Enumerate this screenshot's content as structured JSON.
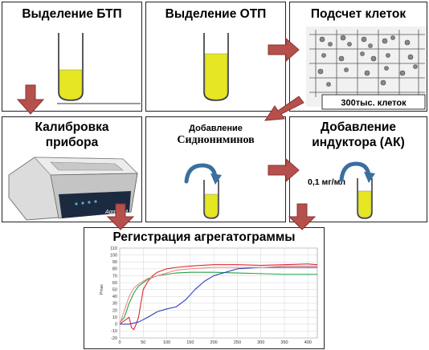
{
  "steps": {
    "btp": {
      "title": "Выделение БТП"
    },
    "otp": {
      "title": "Выделение ОТП"
    },
    "count": {
      "title": "Подсчет клеток",
      "result": "300тыс. клеток"
    },
    "calibration": {
      "title_line1": "Калибровка",
      "title_line2": "прибора",
      "device_brand": "AggRAM"
    },
    "sidnonimin": {
      "title_line1": "Добавление",
      "title_line2": "Сиднониминов"
    },
    "inductor": {
      "title_line1": "Добавление",
      "title_line2": "индуктора (АК)",
      "dose": "0,1 мг/мл"
    },
    "registration": {
      "title": "Регистрация агрегатограммы"
    }
  },
  "colors": {
    "arrow": "#b5504d",
    "arrow_stroke": "#8a3331",
    "liquid": "#e6e623",
    "curl_arrow": "#3a6f9f"
  },
  "chart_data": {
    "type": "line",
    "title": "",
    "xlabel": "",
    "ylabel": "Pmax",
    "x_ticks": [
      0,
      50,
      100,
      150,
      200,
      250,
      300,
      350,
      400
    ],
    "y_ticks": [
      -20,
      -10,
      0,
      10,
      20,
      30,
      40,
      50,
      60,
      70,
      80,
      90,
      100,
      110
    ],
    "xlim": [
      0,
      420
    ],
    "ylim": [
      -20,
      110
    ],
    "grid": true,
    "series": [
      {
        "color": "#dd2a2a",
        "x": [
          0,
          10,
          20,
          25,
          30,
          35,
          40,
          50,
          60,
          70,
          80,
          100,
          120,
          150,
          200,
          250,
          300,
          350,
          400,
          420
        ],
        "y": [
          0,
          5,
          10,
          -5,
          -8,
          0,
          10,
          50,
          62,
          70,
          75,
          80,
          82,
          84,
          86,
          86,
          85,
          86,
          87,
          86
        ]
      },
      {
        "color": "#26a046",
        "x": [
          0,
          10,
          20,
          30,
          40,
          50,
          60,
          80,
          100,
          120,
          150,
          200,
          250,
          300,
          350,
          400,
          420
        ],
        "y": [
          2,
          10,
          30,
          45,
          55,
          60,
          65,
          70,
          72,
          74,
          75,
          75,
          74,
          73,
          72,
          72,
          72
        ]
      },
      {
        "color": "#2d3fbf",
        "x": [
          0,
          20,
          40,
          60,
          80,
          100,
          120,
          140,
          160,
          180,
          200,
          250,
          300,
          350,
          400,
          420
        ],
        "y": [
          0,
          0,
          3,
          10,
          18,
          22,
          25,
          35,
          50,
          62,
          70,
          80,
          82,
          82,
          82,
          82
        ]
      },
      {
        "color": "#f08a8a",
        "x": [
          0,
          10,
          20,
          30,
          40,
          50,
          60,
          80,
          100,
          120,
          150,
          200,
          250,
          300,
          350,
          400,
          420
        ],
        "y": [
          0,
          20,
          40,
          52,
          58,
          62,
          66,
          70,
          74,
          78,
          80,
          82,
          82,
          82,
          84,
          84,
          84
        ]
      }
    ]
  }
}
